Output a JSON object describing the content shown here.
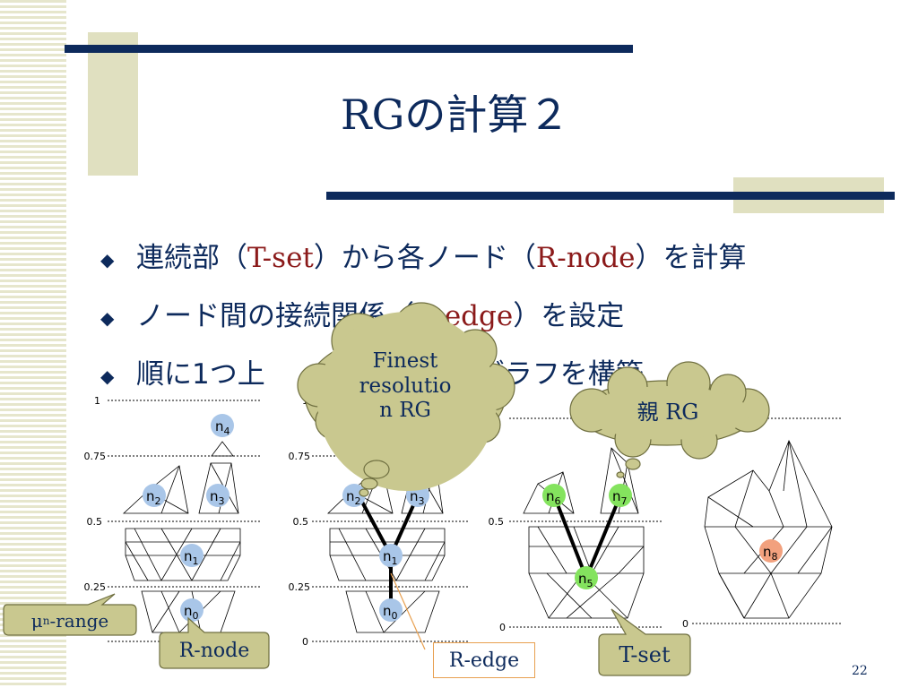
{
  "slide": {
    "title": "RGの計算２",
    "page_number": "22",
    "bullets": [
      {
        "before": "連続部（",
        "term": "T-set",
        "after": "）から各ノード（",
        "term2": "R-node",
        "after2": "）を計算"
      },
      {
        "before": "ノード間の接続関係（",
        "term": "R-edge",
        "after": "）を設定",
        "term2": "",
        "after2": ""
      },
      {
        "before": "順に1つ上",
        "term": "",
        "after": "グラフを構築",
        "term2": "",
        "after2": ""
      }
    ]
  },
  "figure": {
    "axis_ticks": [
      "1",
      "0.75",
      "0.5",
      "0.25",
      "0"
    ],
    "nodes": {
      "panel1": [
        "n4",
        "n2",
        "n3",
        "n1",
        "n0"
      ],
      "panel2": [
        "n2",
        "n3",
        "n1",
        "n0"
      ],
      "panel3": [
        "n6",
        "n7",
        "n5"
      ],
      "panel4": [
        "n8"
      ]
    },
    "colors": {
      "node_blue": "#a9c6e8",
      "node_green": "#84e35e",
      "node_orange": "#f2a17e",
      "callout": "#c9c88f",
      "navy": "#0d2a5c"
    }
  },
  "callouts": {
    "mu_range": {
      "mu": "μ",
      "sub": "n",
      "rest": "-range"
    },
    "r_node": "R-node",
    "r_edge": "R-edge",
    "t_set": "T-set",
    "finest_lines": [
      "Finest",
      "resolutio",
      "n RG"
    ],
    "parent_rg": "親 RG"
  }
}
